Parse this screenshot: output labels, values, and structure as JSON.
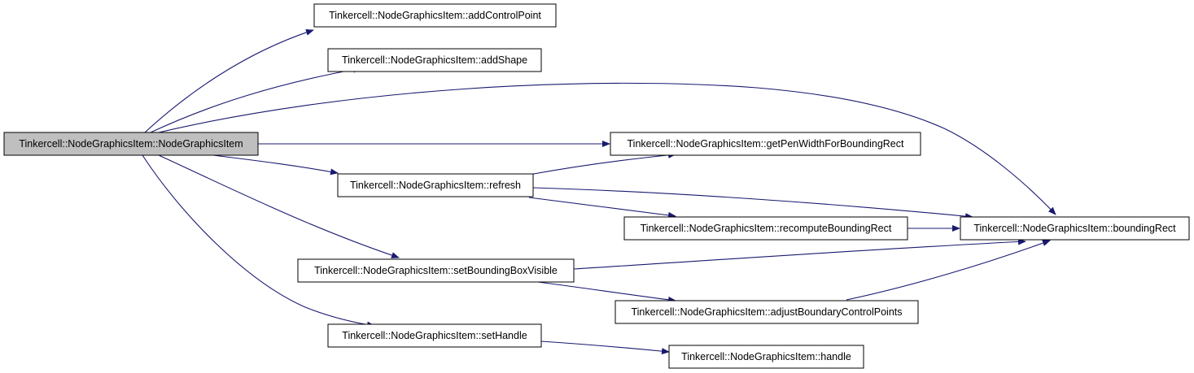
{
  "colors": {
    "edge": "#191970",
    "root_fill": "#bfbfbf",
    "node_fill": "#ffffff",
    "border": "#000000"
  },
  "nodes": [
    {
      "id": "root",
      "label": "Tinkercell::NodeGraphicsItem::NodeGraphicsItem",
      "root": true
    },
    {
      "id": "addControlPoint",
      "label": "Tinkercell::NodeGraphicsItem::addControlPoint"
    },
    {
      "id": "addShape",
      "label": "Tinkercell::NodeGraphicsItem::addShape"
    },
    {
      "id": "getPenWidth",
      "label": "Tinkercell::NodeGraphicsItem::getPenWidthForBoundingRect"
    },
    {
      "id": "refresh",
      "label": "Tinkercell::NodeGraphicsItem::refresh"
    },
    {
      "id": "recompute",
      "label": "Tinkercell::NodeGraphicsItem::recomputeBoundingRect"
    },
    {
      "id": "boundingRect",
      "label": "Tinkercell::NodeGraphicsItem::boundingRect"
    },
    {
      "id": "setBoundingBoxVisible",
      "label": "Tinkercell::NodeGraphicsItem::setBoundingBoxVisible"
    },
    {
      "id": "adjustBoundary",
      "label": "Tinkercell::NodeGraphicsItem::adjustBoundaryControlPoints"
    },
    {
      "id": "setHandle",
      "label": "Tinkercell::NodeGraphicsItem::setHandle"
    },
    {
      "id": "handle",
      "label": "Tinkercell::NodeGraphicsItem::handle"
    }
  ],
  "edges": [
    {
      "from": "root",
      "to": "addControlPoint"
    },
    {
      "from": "root",
      "to": "addShape"
    },
    {
      "from": "root",
      "to": "boundingRect"
    },
    {
      "from": "root",
      "to": "getPenWidth"
    },
    {
      "from": "root",
      "to": "refresh"
    },
    {
      "from": "root",
      "to": "setBoundingBoxVisible"
    },
    {
      "from": "root",
      "to": "setHandle"
    },
    {
      "from": "refresh",
      "to": "getPenWidth"
    },
    {
      "from": "refresh",
      "to": "boundingRect"
    },
    {
      "from": "refresh",
      "to": "recompute"
    },
    {
      "from": "recompute",
      "to": "boundingRect"
    },
    {
      "from": "setBoundingBoxVisible",
      "to": "boundingRect"
    },
    {
      "from": "setBoundingBoxVisible",
      "to": "adjustBoundary"
    },
    {
      "from": "adjustBoundary",
      "to": "boundingRect"
    },
    {
      "from": "setHandle",
      "to": "handle"
    }
  ]
}
